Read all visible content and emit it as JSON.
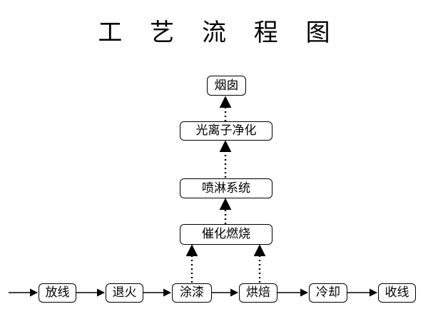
{
  "title": "工 艺 流 程 图",
  "process": {
    "fang_xian": "放线",
    "tui_huo": "退火",
    "tu_qi": "涂漆",
    "hong_bei": "烘焙",
    "leng_que": "冷却",
    "shou_xian": "收线"
  },
  "treatment": {
    "cui_hua": "催化燃烧",
    "pen_lin": "喷淋系统",
    "guang_li_zi": "光离子净化",
    "yan_cong": "烟囱"
  }
}
